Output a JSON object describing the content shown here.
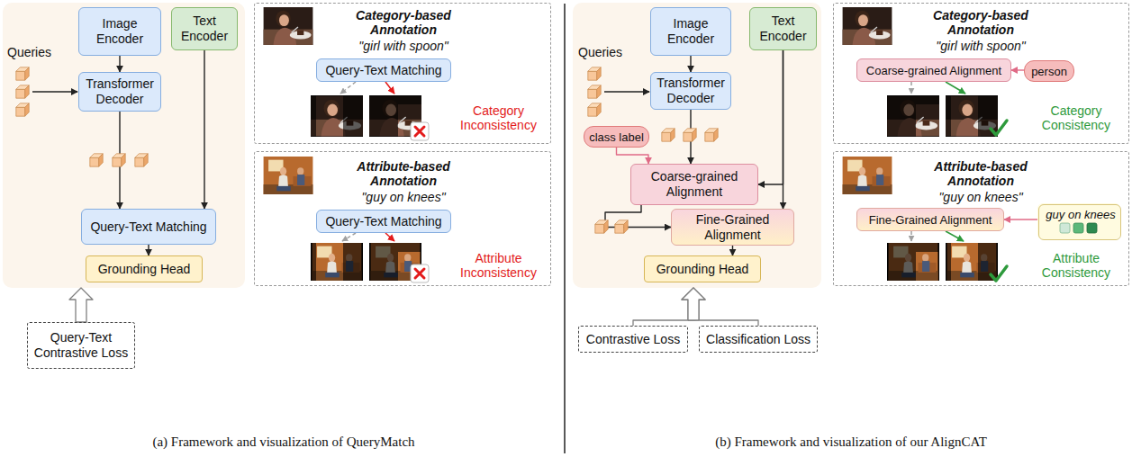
{
  "diagram": {
    "nodes": [
      {
        "text": [
          "Queries"
        ]
      },
      {
        "text": [
          "Image Encoder"
        ],
        "in": 0
      },
      {
        "text": [
          "Text Encoder"
        ],
        "in": 0
      },
      {
        "text": [
          "Transformer Decoder"
        ],
        "in": 0
      },
      {
        "text": [
          "Query-Text Matching"
        ],
        "in": 0
      },
      {
        "text": [
          "Grounding Head"
        ],
        "in": 0
      },
      {
        "text": [
          "Query-Text Contrastive Loss"
        ]
      },
      {
        "text": [
          "Category-based Annotation",
          "\"girl with spoon\"",
          "Category Inconsistency"
        ]
      },
      {
        "text": [
          "Query-Text Matching"
        ],
        "in": 7
      },
      {
        "text": [
          "Attribute-based Annotation",
          "\"guy on knees\"",
          "Attribute Inconsistency"
        ]
      },
      {
        "text": [
          "Query-Text Matching"
        ],
        "in": 9
      },
      {
        "text": [
          "Queries"
        ]
      },
      {
        "text": [
          "Image Encoder"
        ],
        "in": 11
      },
      {
        "text": [
          "Text Encoder"
        ],
        "in": 11
      },
      {
        "text": [
          "Transformer Decoder"
        ],
        "in": 11
      },
      {
        "text": [
          "class label"
        ],
        "in": 11
      },
      {
        "text": [
          "Coarse-grained Alignment"
        ],
        "in": 11
      },
      {
        "text": [
          "Fine-Grained Alignment"
        ],
        "in": 11
      },
      {
        "text": [
          "Grounding Head"
        ],
        "in": 11
      },
      {
        "text": [
          "Contrastive Loss"
        ]
      },
      {
        "text": [
          "Classification Loss"
        ]
      },
      {
        "text": [
          "Category-based Annotation",
          "\"girl with spoon\"",
          "Category Consistency"
        ]
      },
      {
        "text": [
          "Coarse-grained Alignment"
        ],
        "in": 21
      },
      {
        "text": [
          "person"
        ],
        "in": 21
      },
      {
        "text": [
          "Attribute-based Annotation",
          "\"guy on knees\"",
          "Attribute Consistency"
        ]
      },
      {
        "text": [
          "Fine-Grained Alignment"
        ],
        "in": 24
      },
      {
        "text": [
          "guy on knees"
        ],
        "in": 24
      }
    ],
    "edges": [
      {
        "from": 1,
        "to": 3,
        "arrow": "to"
      },
      {
        "from": 3,
        "to": 4,
        "arrow": "to"
      },
      {
        "from": 2,
        "to": 4,
        "arrow": "to"
      },
      {
        "from": 4,
        "to": 5,
        "arrow": "to"
      },
      {
        "from": 6,
        "to": 0,
        "arrow": "to"
      },
      {
        "from": 12,
        "to": 14,
        "arrow": "to"
      },
      {
        "from": 14,
        "to": 16,
        "arrow": "to"
      },
      {
        "from": 15,
        "to": 16,
        "arrow": "to"
      },
      {
        "from": 13,
        "to": 16,
        "arrow": "to"
      },
      {
        "from": 13,
        "to": 17,
        "arrow": "to"
      },
      {
        "from": 16,
        "to": 17,
        "arrow": "to"
      },
      {
        "from": 17,
        "to": 18,
        "arrow": "to"
      },
      {
        "from": 19,
        "to": 11,
        "arrow": "to"
      },
      {
        "from": 20,
        "to": 11,
        "arrow": "to"
      },
      {
        "from": 23,
        "to": 22,
        "arrow": "to"
      },
      {
        "from": 26,
        "to": 25,
        "arrow": "to"
      }
    ],
    "labels": [
      "(a) Framework and visualization of QueryMatch",
      "(b) Framework and visualization of our AlignCAT"
    ]
  }
}
